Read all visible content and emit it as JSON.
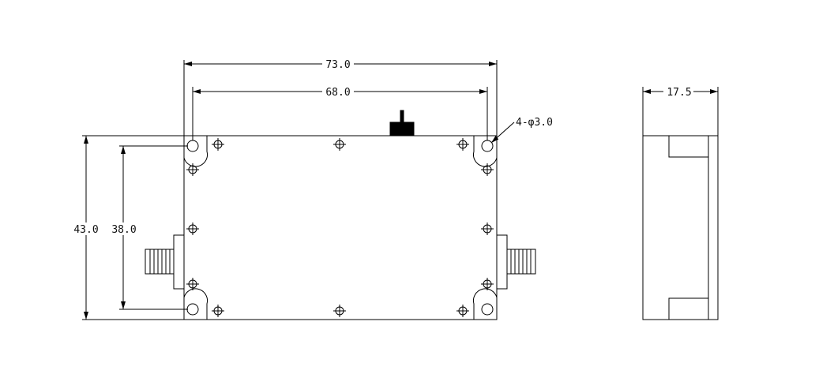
{
  "drawing": {
    "front_view": {
      "overall_width_label": "73.0",
      "hole_span_label": "68.0",
      "hole_callout_label": "4-φ3.0",
      "overall_height_label": "43.0",
      "hole_height_label": "38.0"
    },
    "side_view": {
      "depth_label": "17.5"
    },
    "colors": {
      "line": "#000000",
      "background": "#ffffff"
    }
  }
}
